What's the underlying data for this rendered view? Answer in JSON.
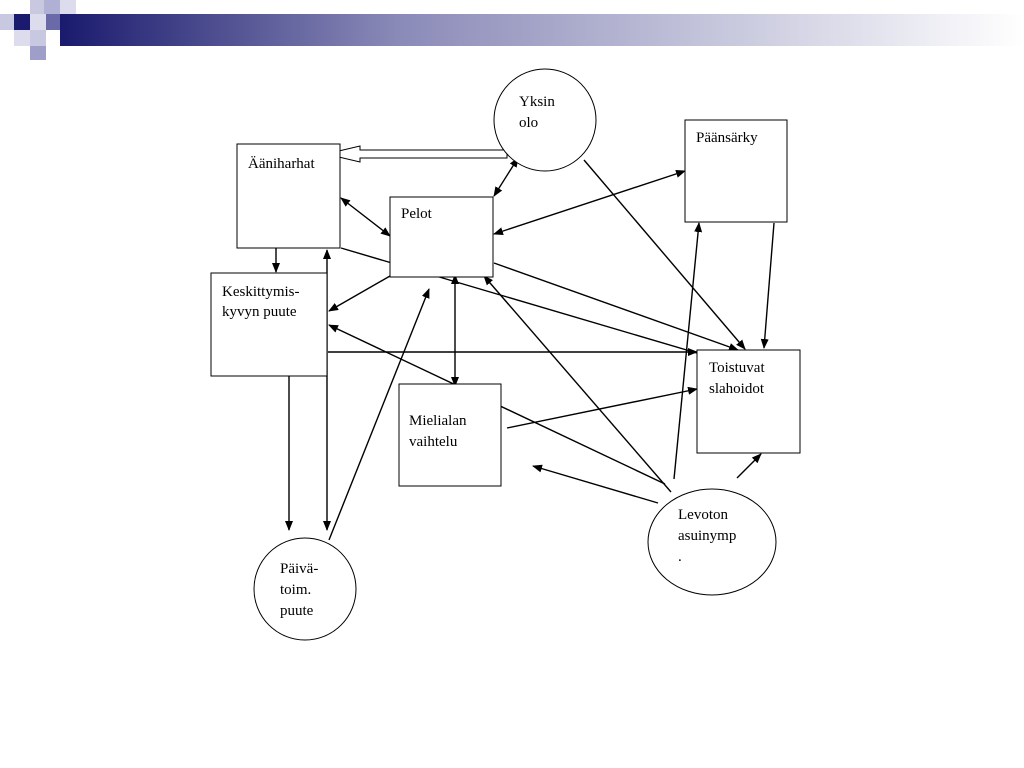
{
  "nodes": {
    "aaniharhat": {
      "lines": [
        "Ääniharhat"
      ]
    },
    "pelot": {
      "lines": [
        "Pelot"
      ]
    },
    "yksin": {
      "lines": [
        "Yksin",
        "olo"
      ]
    },
    "paansarky": {
      "lines": [
        "Päänsärky"
      ]
    },
    "keskittymis": {
      "lines": [
        "Keskittymis-",
        "kyvyn puute"
      ]
    },
    "toistuvat": {
      "lines": [
        "Toistuvat",
        "slahoidot"
      ]
    },
    "mielialan": {
      "lines": [
        "Mielialan",
        "vaihtelu"
      ]
    },
    "levoton": {
      "lines": [
        "Levoton",
        "asuinymp",
        "."
      ]
    },
    "paiva": {
      "lines": [
        "Päivä-",
        "toim.",
        "puute"
      ]
    }
  },
  "colors": {
    "banner_dark": "#1a1a6e",
    "banner_mid": "#5a5a9e",
    "banner_light": "#c8c8e0",
    "line": "#000000"
  }
}
